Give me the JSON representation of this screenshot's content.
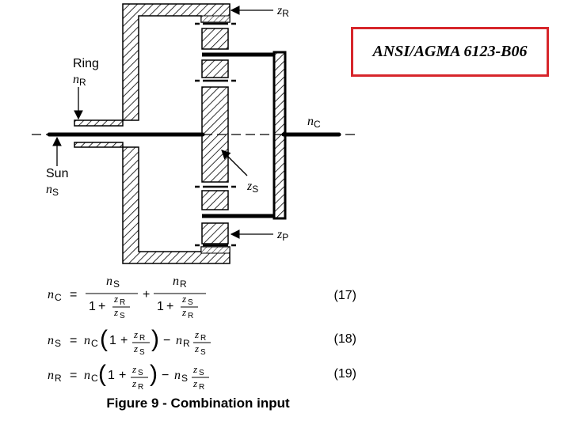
{
  "diagram": {
    "labels": {
      "ring": "Ring",
      "n_ring": "n",
      "n_ring_sub": "R",
      "sun": "Sun",
      "n_sun": "n",
      "n_sun_sub": "S",
      "n_carrier": "n",
      "n_carrier_sub": "C",
      "z_ring": "z",
      "z_ring_sub": "R",
      "z_sun": "z",
      "z_sun_sub": "S",
      "z_planet": "z",
      "z_planet_sub": "P"
    }
  },
  "badge": {
    "text": "ANSI/AGMA 6123-B06"
  },
  "equations": {
    "eq17_number": "(17)",
    "eq18_number": "(18)",
    "eq19_number": "(19)",
    "sym_n": "n",
    "sym_z": "z",
    "sub_C": "C",
    "sub_S": "S",
    "sub_R": "R",
    "one": "1",
    "plus": "+",
    "minus": "−",
    "equals": "="
  },
  "caption": {
    "text": "Figure 9 - Combination input"
  }
}
